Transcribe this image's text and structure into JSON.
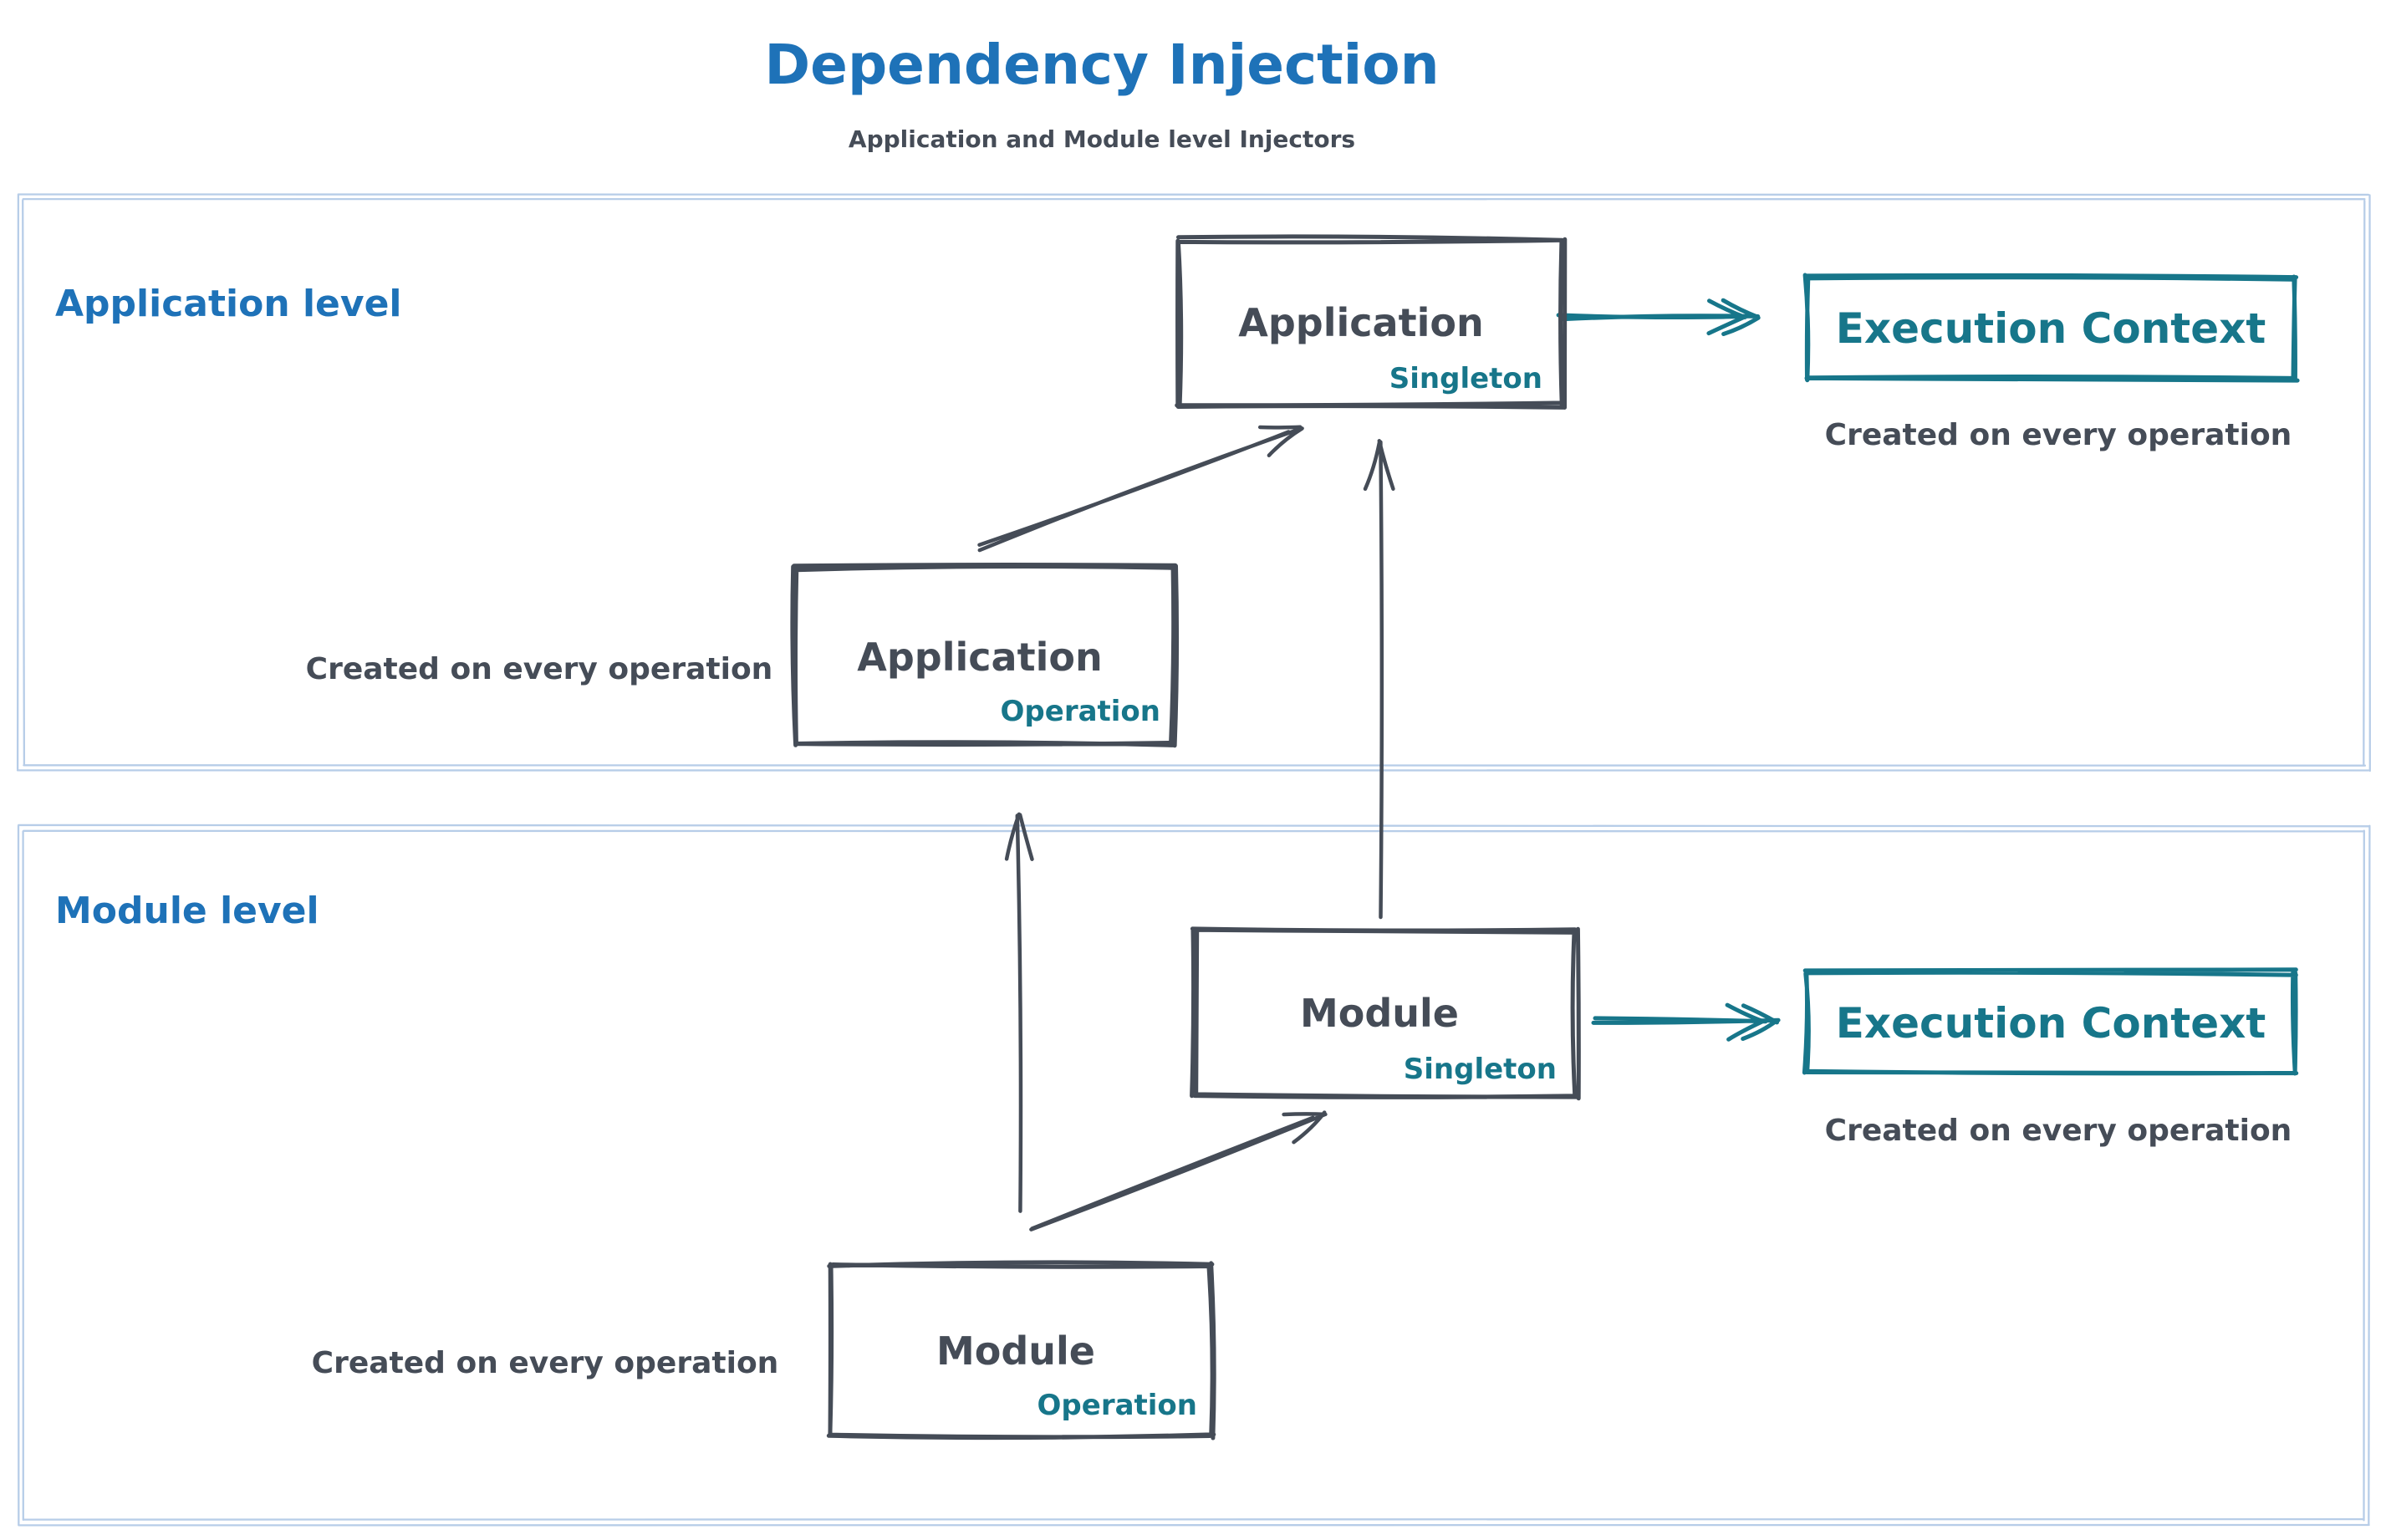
{
  "header": {
    "title": "Dependency Injection",
    "subtitle": "Application and Module level Injectors"
  },
  "colors": {
    "accent_blue": "#1e72b8",
    "teal": "#17768a",
    "ink": "#454c57",
    "container_border": "#b7cde8"
  },
  "application_level": {
    "label": "Application level",
    "singleton_box": {
      "name": "Application",
      "scope": "Singleton"
    },
    "operation_box": {
      "name": "Application",
      "scope": "Operation"
    },
    "operation_note": "Created on every operation",
    "execution_context": {
      "label": "Execution Context",
      "note": "Created on every operation"
    }
  },
  "module_level": {
    "label": "Module level",
    "singleton_box": {
      "name": "Module",
      "scope": "Singleton"
    },
    "operation_box": {
      "name": "Module",
      "scope": "Operation"
    },
    "operation_note": "Created on every operation",
    "execution_context": {
      "label": "Execution Context",
      "note": "Created on every operation"
    }
  }
}
